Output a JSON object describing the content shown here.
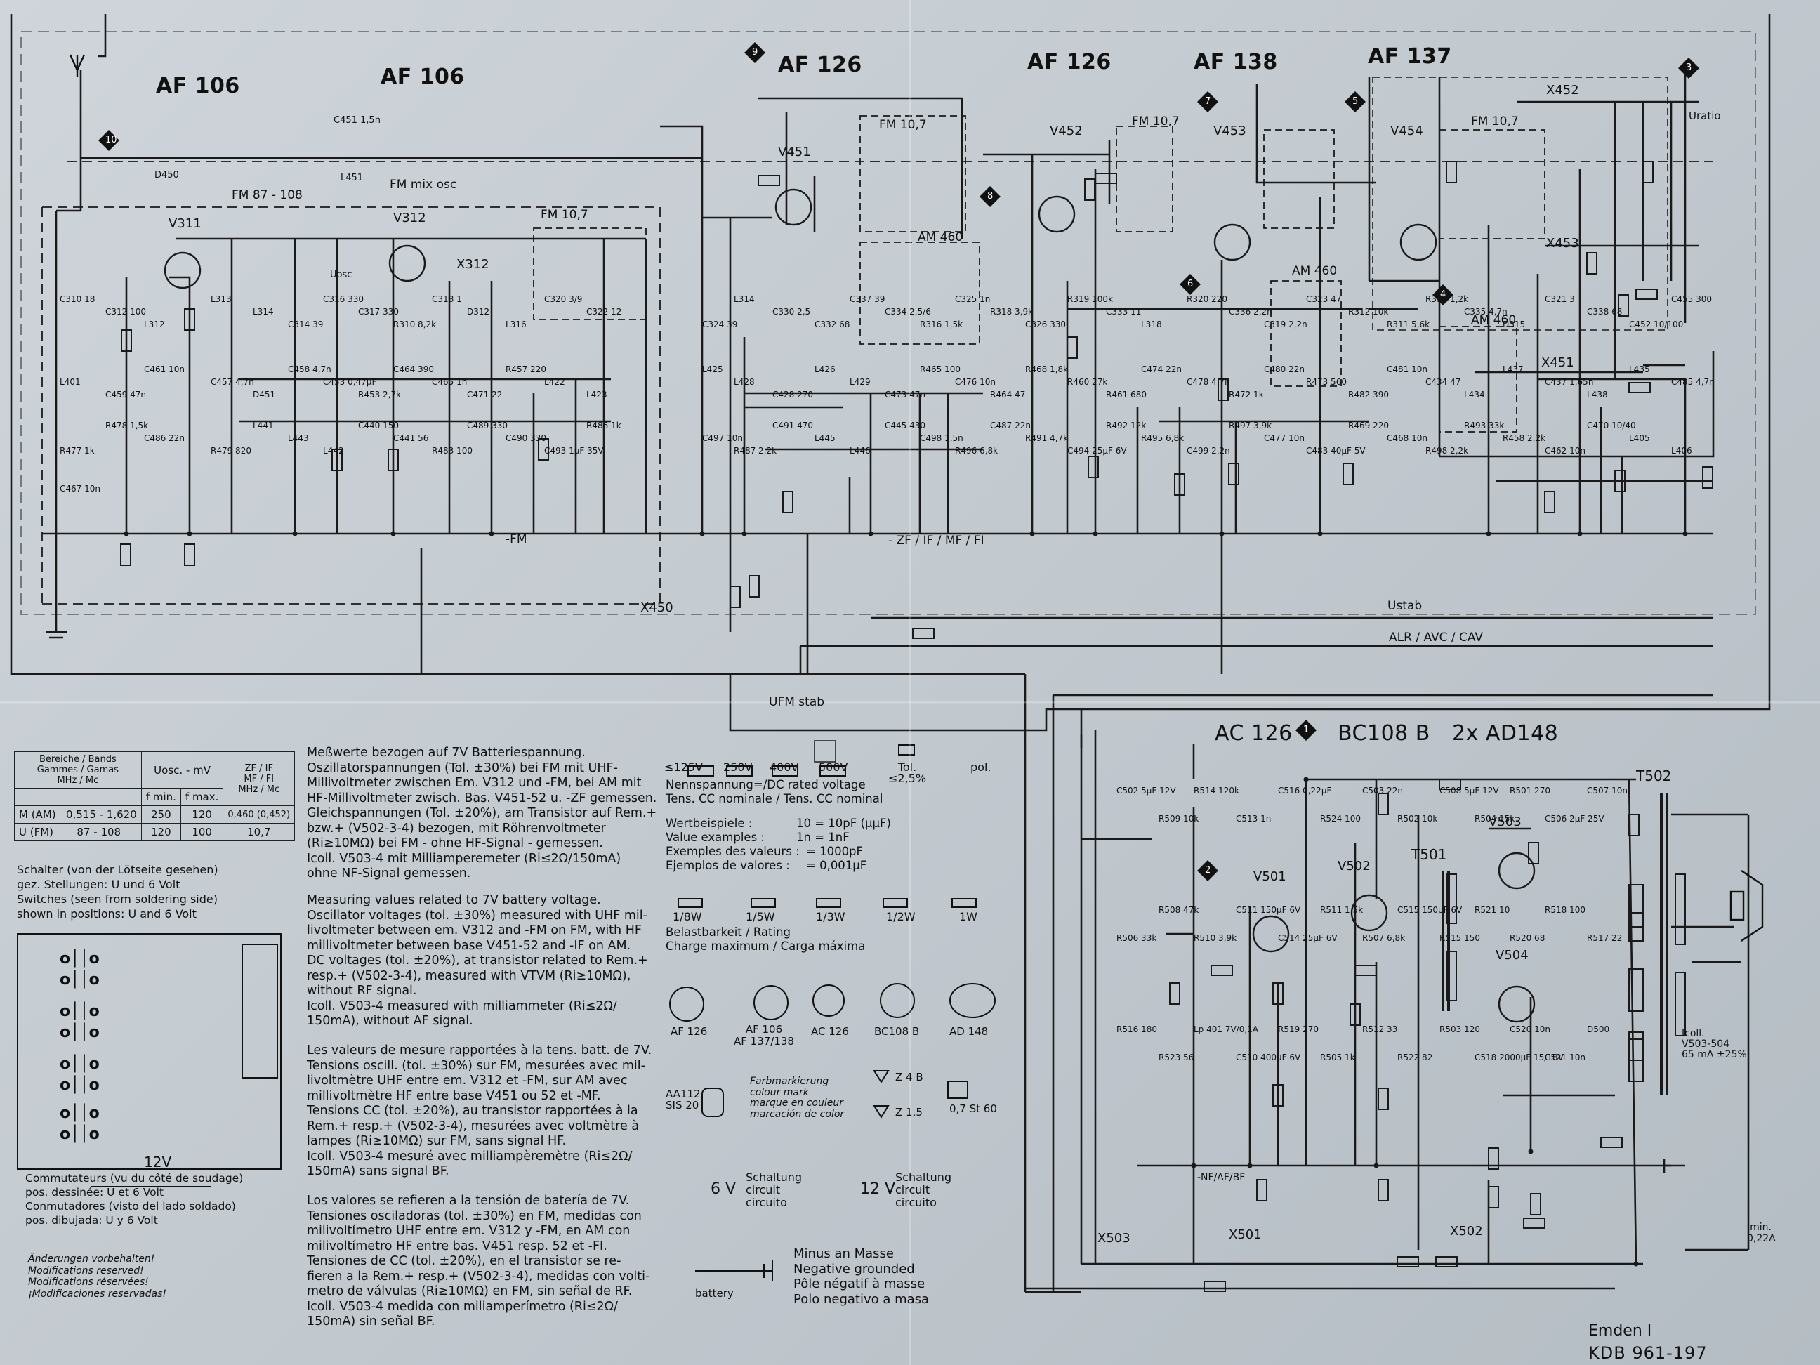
{
  "transistors_top": [
    "AF 106",
    "AF 106",
    "AF 126",
    "AF 126",
    "AF 138",
    "AF 137"
  ],
  "transistors_bottom": [
    "AC 126",
    "BC108 B",
    "2x AD148"
  ],
  "markers": [
    "10",
    "9",
    "8",
    "7",
    "6",
    "5",
    "4",
    "3",
    "2",
    "1"
  ],
  "stages": [
    "V311",
    "V312",
    "V451",
    "V452",
    "V453",
    "V454",
    "V501",
    "V502",
    "V503",
    "V504",
    "X312",
    "X450",
    "X451",
    "X452",
    "X453",
    "X501",
    "X502",
    "X503",
    "T501",
    "T502"
  ],
  "labels_top": [
    "FM 87 - 108",
    "FM mix osc",
    "FM 10,7",
    "FM 10,7",
    "FM 10,7",
    "FM 10,7",
    "AM 460",
    "AM 460",
    "AM 460",
    "D450",
    "C451 1,5n",
    "L451",
    "Uosc",
    "-FM",
    "- ZF / IF / MF / FI",
    "Ustab",
    "ALR / AVC / CAV",
    "UFM stab",
    "Uratio"
  ],
  "components_sample": [
    "C310 18",
    "C312 100",
    "L312",
    "L313",
    "L314",
    "C314 39",
    "C316 330",
    "C317 330",
    "R310 8,2k",
    "C318 1",
    "D312",
    "L316",
    "C320 3/9",
    "C322 12",
    "C324 39",
    "L314",
    "C330 2,5",
    "C332 68",
    "C337 39",
    "C334 2,5/6",
    "R316 1,5k",
    "C325 1n",
    "R318 3,9k",
    "C326 330",
    "R319 100k",
    "C333 11",
    "L318",
    "R320 220",
    "C336 2,2n",
    "C319 2,2n",
    "C323 47",
    "R312 10k",
    "R311 5,6k",
    "R314 1,2k",
    "C335 4,7n",
    "D315",
    "C321 3",
    "C338 68",
    "C452 10/100",
    "C455 300",
    "L401",
    "C459 47n",
    "C461 10n",
    "C457 4,7n",
    "D451",
    "C458 4,7n",
    "C453 0,47µF",
    "R453 2,7k",
    "C464 390",
    "C465 1n",
    "C471 22",
    "R457 220",
    "L422",
    "L423",
    "L425",
    "L428",
    "C428 270",
    "L426",
    "L429",
    "C473 47n",
    "R465 100",
    "C476 10n",
    "R464 47",
    "R468 1,8k",
    "R460 27k",
    "R461 680",
    "C474 22n",
    "C478 4,7n",
    "R472 1k",
    "C480 22n",
    "R473 560",
    "R482 390",
    "C481 10n",
    "C434 47",
    "L434",
    "L437",
    "C437 1,65n",
    "L438",
    "L435",
    "C485 4,7n",
    "R477 1k",
    "R478 1,5k",
    "C486 22n",
    "R479 820",
    "L441",
    "L443",
    "L442",
    "C440 150",
    "C441 56",
    "R483 100",
    "C489 330",
    "C490 330",
    "C493 1µF 35V",
    "R486 1k",
    "C497 10n",
    "R487 2,2k",
    "C491 470",
    "L445",
    "L446",
    "C445 430",
    "C498 1,5n",
    "R496 6,8k",
    "C487 22n",
    "R491 4,7k",
    "C494 25µF 6V",
    "R492 12k",
    "R495 6,8k",
    "C499 2,2n",
    "R497 3,9k",
    "C477 10n",
    "C483 40µF 5V",
    "R469 220",
    "C468 10n",
    "R498 2,2k",
    "R493 33k",
    "R458 2,2k",
    "C462 10n",
    "C470 10/40",
    "L405",
    "L406",
    "C467 10n"
  ],
  "bottom_components": [
    "C502 5µF 12V",
    "R509 10k",
    "R514 120k",
    "C513 1n",
    "C516 0,22µF",
    "R524 100",
    "C503 22n",
    "R502 10k",
    "C508 5µF 12V",
    "R504 15k",
    "R501 270",
    "C506 2µF 25V",
    "C507 10n",
    "R506 33k",
    "R508 47k",
    "R510 3,9k",
    "C511 150µF 6V",
    "C514 25µF 6V",
    "R511 1,5k",
    "R507 6,8k",
    "C515 150µF 6V",
    "R515 150",
    "R521 10",
    "R520 68",
    "R518 100",
    "R517 22",
    "R516 180",
    "R523 56",
    "Lp 401 7V/0,1A",
    "C510 400µF 6V",
    "R519 270",
    "R505 1k",
    "R512 33",
    "R522 82",
    "R503 120",
    "C518 2000µF 15/18V",
    "C520 10n",
    "C521 10n",
    "D500"
  ],
  "freq_table": {
    "h1": "Bereiche / Bands\nGammes / Gamas",
    "h1b": "MHz / Mc",
    "h2": "Uosc. - mV",
    "h2a": "f min.",
    "h2b": "f max.",
    "h3": "ZF / IF\nMF / FI\nMHz / Mc",
    "rows": [
      {
        "band": "M (AM)",
        "range": "0,515 - 1,620",
        "fmin": "250",
        "fmax": "120",
        "zf": "0,460 (0,452)"
      },
      {
        "band": "U (FM)",
        "range": "87 - 108",
        "fmin": "120",
        "fmax": "100",
        "zf": "10,7"
      }
    ]
  },
  "switch_text": "Schalter (von der Lötseite gesehen)\ngez. Stellungen: U und 6 Volt\nSwitches (seen from soldering side)\nshown in positions: U and 6 Volt",
  "switch_label": "12V",
  "commutators_text": "Commutateurs (vu du côté de soudage)\npos. dessinée: U et 6 Volt\nConmutadores (visto del lado soldado)\npos. dibujada: U y 6 Volt",
  "reserved_text": "Änderungen vorbehalten!\nModifications reserved!\nModifications réservées!\n¡Modificaciones reservadas!",
  "measure_de": "Meßwerte bezogen auf 7V Batteriespannung.\nOszillatorspannungen (Tol. ±30%) bei FM mit UHF-\nMillivoltmeter zwischen Em. V312 und -FM, bei AM mit\nHF-Millivoltmeter zwisch. Bas. V451-52 u. -ZF gemessen.\nGleichspannungen (Tol. ±20%), am Transistor auf Rem.+\nbzw.+ (V502-3-4) bezogen, mit Röhrenvoltmeter\n(Ri≥10MΩ) bei FM - ohne HF-Signal - gemessen.\nIcoll. V503-4 mit Milliamperemeter (Ri≤2Ω/150mA)\nohne NF-Signal gemessen.",
  "measure_en": "Measuring values related to 7V battery voltage.\nOscillator voltages (tol. ±30%) measured with UHF mil-\nlivoltmeter between em. V312 and -FM on FM, with HF\nmillivoltmeter between base V451-52 and -IF on AM.\nDC voltages (tol. ±20%), at transistor related to Rem.+\nresp.+ (V502-3-4), measured with VTVM (Ri≥10MΩ),\nwithout RF signal.\nIcoll. V503-4 measured with milliammeter (Ri≤2Ω/\n150mA), without AF signal.",
  "measure_fr": "Les valeurs de mesure rapportées à la tens. batt. de 7V.\nTensions oscill. (tol. ±30%) sur FM, mesurées avec mil-\nlivoltmètre UHF entre em. V312 et -FM, sur AM avec\nmillivoltmètre HF entre base V451 ou 52 et -MF.\nTensions CC (tol. ±20%), au transistor rapportées à la\nRem.+ resp.+ (V502-3-4), mesurées avec voltmètre à\nlampes (Ri≥10MΩ) sur FM, sans signal HF.\nIcoll. V503-4 mesuré avec milliampèremètre (Ri≤2Ω/\n150mA) sans signal BF.",
  "measure_es": "Los valores se refieren a la tensión de batería de 7V.\nTensiones osciladoras (tol. ±30%) en FM, medidas con\nmilivoltímetro UHF entre em. V312 y -FM, en AM con\nmilivoltímetro HF entre bas. V451 resp. 52 et -FI.\nTensiones de CC (tol. ±20%), en el transistor se re-\nfieren a la Rem.+ resp.+ (V502-3-4), medidas con volti-\nmetro de válvulas (Ri≥10MΩ) en FM, sin señal de RF.\nIcoll. V503-4 medida con miliamperímetro (Ri≤2Ω/\n150mA) sin señal BF.",
  "cap_voltages": [
    "≤125V",
    "250V",
    "400V",
    "500V",
    "Tol. ≤2,5%",
    "pol."
  ],
  "nenn_text": "Nennspannung=/DC rated voltage\nTens. CC nominale / Tens. CC nominal",
  "example_labels": [
    "Wertbeispiele :",
    "Value examples :",
    "Exemples des valeurs :",
    "Ejemplos de valores :"
  ],
  "example_values": [
    "10 = 10pF (µµF)",
    "1n = 1nF",
    "= 1000pF",
    "= 0,001µF"
  ],
  "watt_ratings": [
    "1/8W",
    "1/5W",
    "1/3W",
    "1/2W",
    "1W"
  ],
  "rating_text": "Belastbarkeit / Rating\nCharge maximum / Carga máxima",
  "packages": [
    "AF 126",
    "AF 106\nAF 137/138",
    "AC 126",
    "BC108 B",
    "AD 148"
  ],
  "diode_labels": [
    "AA112\nSIS 20",
    "Z 4 B",
    "Z 1,5",
    "0,7 St 60"
  ],
  "color_mark_text": "Farbmarkierung\ncolour mark\nmarque en couleur\nmarcación de color",
  "volt_6": "6 V",
  "volt_12": "12 V",
  "circuit_text": "Schaltung\ncircuit\ncircuito",
  "battery_label": "battery",
  "ground_text": "Minus an Masse\nNegative grounded\nPôle négatif à masse\nPolo negativo a masa",
  "icoll_text": "Icoll.\nV503-504\n65 mA ±25%",
  "imin_text": "Imin.\n0,22A",
  "nf_label": "-NF/AF/BF",
  "model": "Emden I",
  "kdb": "KDB 961-197"
}
